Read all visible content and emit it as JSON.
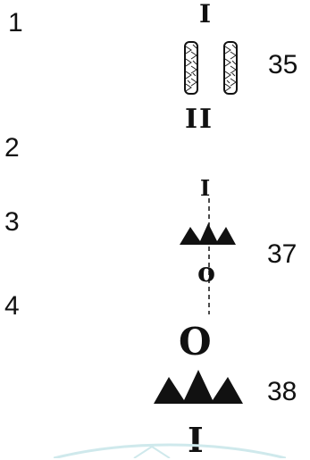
{
  "row_labels": [
    "1",
    "2",
    "3",
    "4"
  ],
  "value_labels": [
    "35",
    "37",
    "38"
  ],
  "symbols": {
    "top_i": "I",
    "double_i": "II",
    "small_i": "I",
    "small_o": "o",
    "big_o": "O",
    "bottom_i": "I"
  },
  "colors": {
    "ink": "#111111",
    "watermark": "#cfe9ec"
  },
  "icons": [
    "twin-tile-icon",
    "small-triangle-row-icon",
    "big-triangle-row-icon"
  ]
}
